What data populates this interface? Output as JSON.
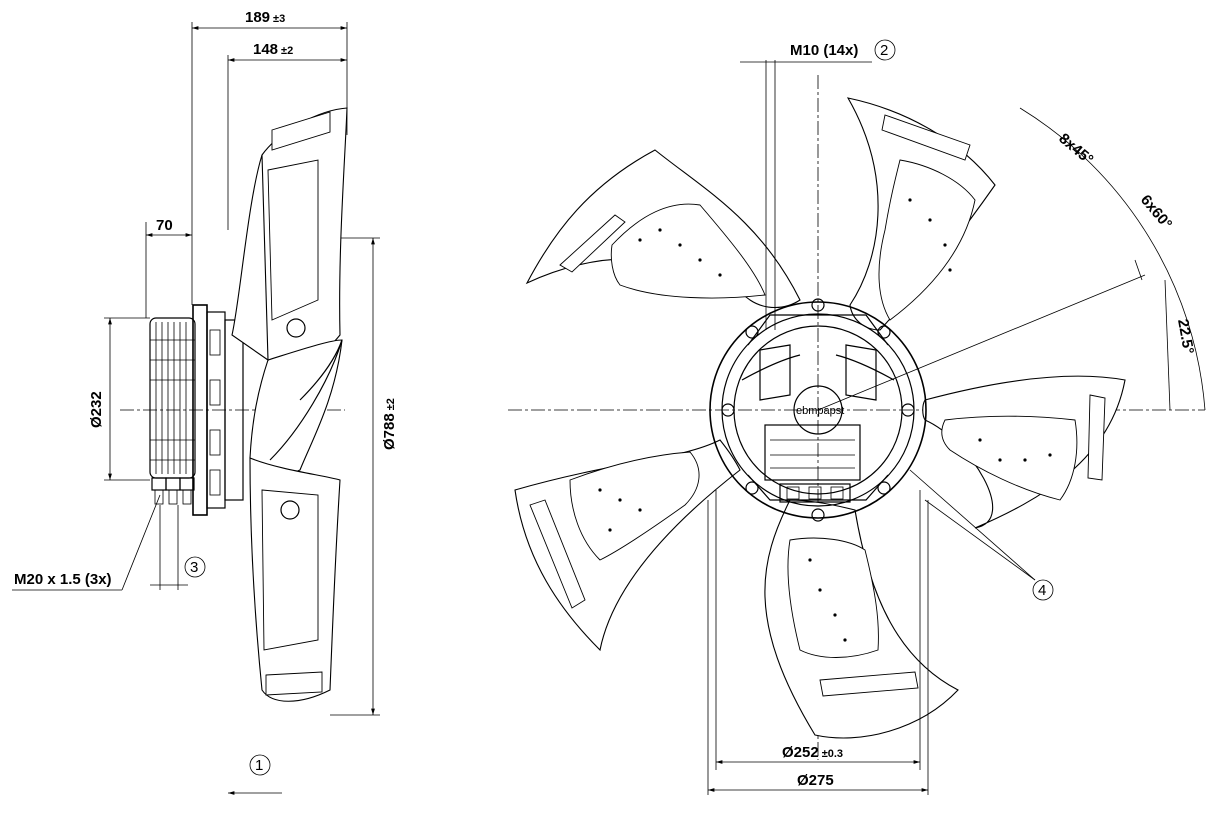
{
  "dimensions": {
    "overall_depth": {
      "value": "189",
      "tolerance": "±3"
    },
    "mount_depth": {
      "value": "148",
      "tolerance": "±2"
    },
    "motor_offset": {
      "value": "70"
    },
    "motor_diameter": {
      "value": "Ø232"
    },
    "blade_diameter": {
      "value": "Ø788",
      "tolerance": "±2"
    },
    "bolt_circle_inner": {
      "value": "Ø252",
      "tolerance": "±0.3"
    },
    "bolt_circle_outer": {
      "value": "Ø275"
    },
    "thread_spec": {
      "value": "M10 (14x)"
    },
    "cable_gland": {
      "value": "M20 x 1.5 (3x)"
    },
    "angle_a": {
      "value": "8x45°"
    },
    "angle_b": {
      "value": "6x60°"
    },
    "angle_c": {
      "value": "22.5°"
    }
  },
  "callouts": {
    "c1": "1",
    "c2": "2",
    "c3": "3",
    "c4": "4"
  },
  "brand": "ebmpapst"
}
